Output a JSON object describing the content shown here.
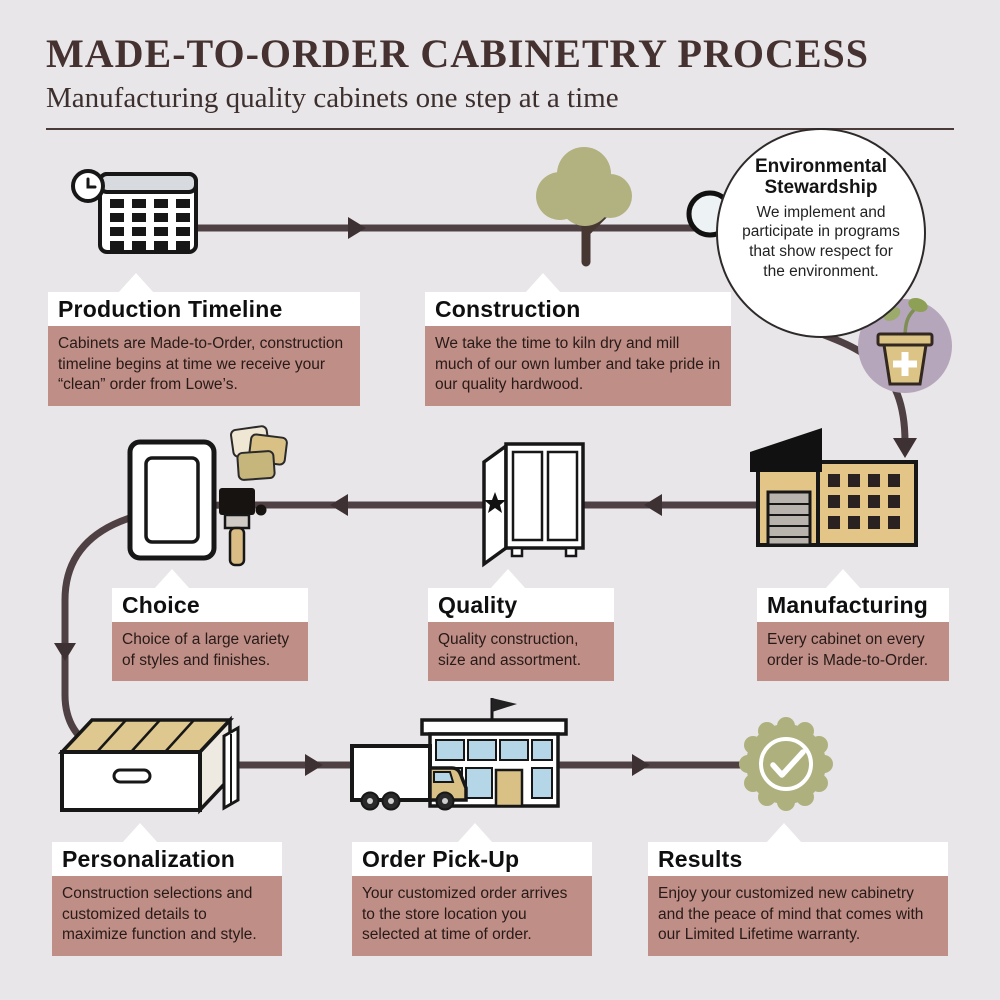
{
  "header": {
    "title": "MADE-TO-ORDER CABINETRY PROCESS",
    "subtitle": "Manufacturing quality cabinets one step at a time"
  },
  "environmental": {
    "title": "Environmental Stewardship",
    "body": "We implement and participate in programs that show respect for the environment."
  },
  "steps": {
    "production_timeline": {
      "title": "Production Timeline",
      "body": "Cabinets are Made-to-Order, construction timeline begins at time we receive your “clean” order from Lowe’s."
    },
    "construction": {
      "title": "Construction",
      "body": "We take the time to kiln dry and mill much of our own lumber and take pride in our quality hardwood."
    },
    "manufacturing": {
      "title": "Manufacturing",
      "body": "Every cabinet on every order is Made-to-Order."
    },
    "quality": {
      "title": "Quality",
      "body": "Quality construction, size and assortment."
    },
    "choice": {
      "title": "Choice",
      "body": "Choice of a large variety of styles and finishes."
    },
    "personalization": {
      "title": "Personalization",
      "body": "Construction selections and customized details to maximize function and style."
    },
    "order_pickup": {
      "title": "Order Pick-Up",
      "body": "Your customized order arrives to the store location you selected at time of order."
    },
    "results": {
      "title": "Results",
      "body": "Enjoy your customized new cabinetry and the peace of mind that comes with our Limited Lifetime warranty."
    }
  },
  "icons": {
    "production_timeline": "calendar-clock-icon",
    "construction": "tree-icon",
    "inspection": "magnifier-icon",
    "environmental": "potted-plant-icon",
    "manufacturing": "factory-icon",
    "quality": "cabinet-box-icon",
    "choice": "door-sample-icon, paint-swatches-icon, paintbrush-icon",
    "personalization": "drawer-icon, panel-icon",
    "order_pickup": "truck-icon, store-icon",
    "results": "seal-check-icon"
  },
  "colors": {
    "background": "#e8e6e8",
    "heading": "#453130",
    "flow_path": "#4f4143",
    "label_box": "#bf8e86",
    "olive": "#b2b180",
    "tan": "#e0c487",
    "purple": "#b5a6bb",
    "window_blue": "#b5d6e6",
    "badge_olive": "#aeb17e"
  }
}
